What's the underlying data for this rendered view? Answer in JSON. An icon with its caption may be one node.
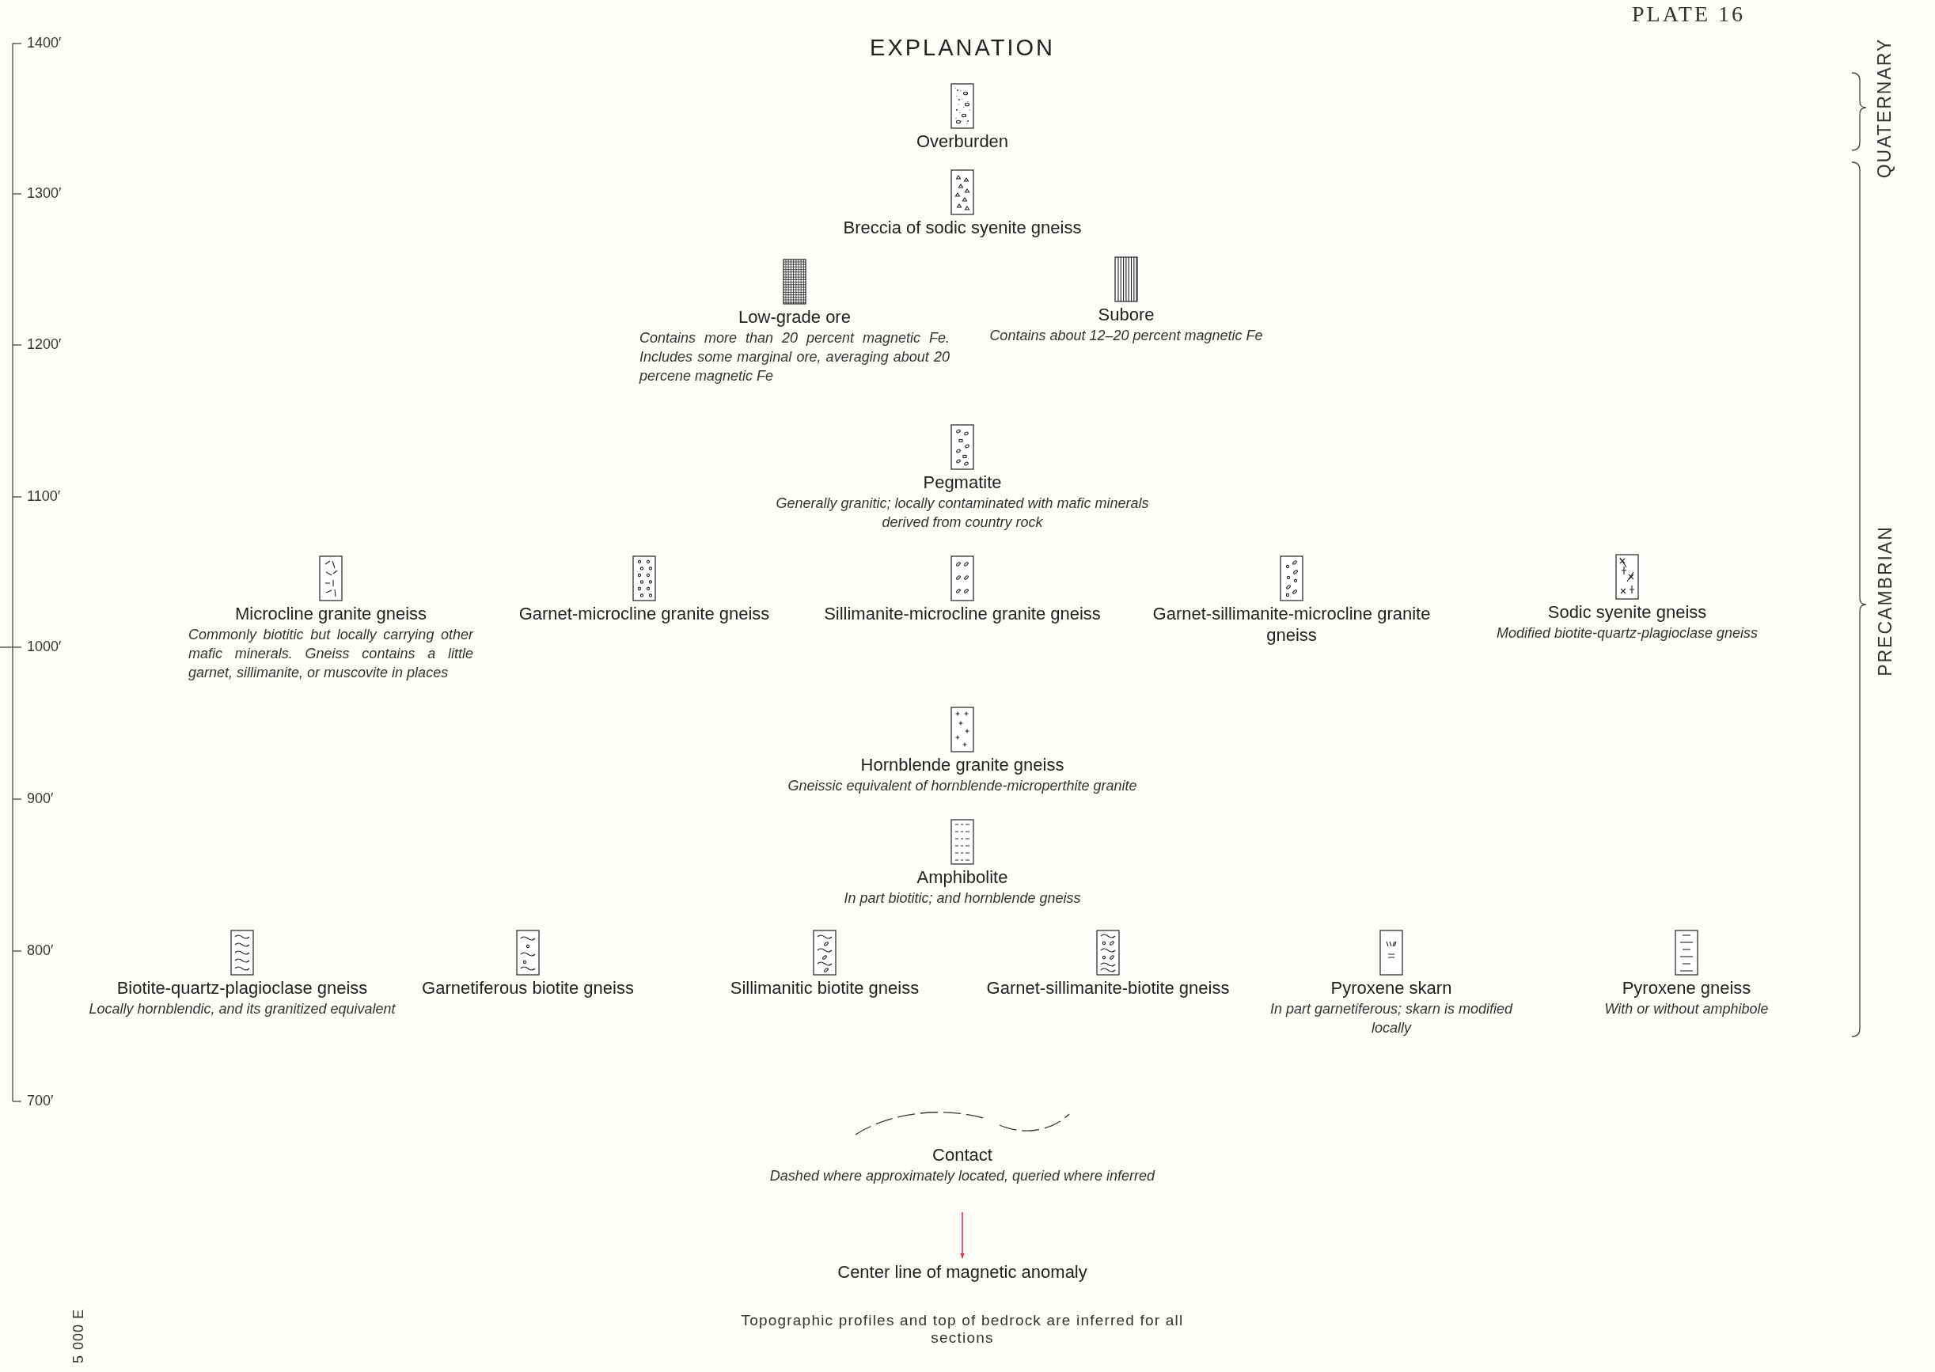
{
  "diagram": {
    "title": "EXPLANATION",
    "nodes": [
      {
        "text": [
          "Overburden"
        ]
      },
      {
        "text": [
          "Breccia of sodic syenite gneiss"
        ]
      },
      {
        "text": [
          "Low-grade ore",
          "Contains more than 20 percent magnetic Fe. Includes some marginal ore, averaging about 20 percene magnetic Fe"
        ]
      },
      {
        "text": [
          "Subore",
          "Contains about 12–20 percent magnetic Fe"
        ]
      },
      {
        "text": [
          "Pegmatite",
          "Generally granitic; locally contaminated with mafic minerals derived from country rock"
        ]
      },
      {
        "text": [
          "Microcline granite gneiss",
          "Commonly biotitic but locally carrying other mafic minerals. Gneiss contains a little garnet, sillimanite, or muscovite in places"
        ]
      },
      {
        "text": [
          "Garnet-microcline granite gneiss"
        ]
      },
      {
        "text": [
          "Sillimanite-microcline granite gneiss"
        ]
      },
      {
        "text": [
          "Garnet-sillimanite-microcline granite gneiss"
        ]
      },
      {
        "text": [
          "Sodic syenite gneiss",
          "Modified biotite-quartz-plagioclase gneiss"
        ]
      },
      {
        "text": [
          "Hornblende granite gneiss",
          "Gneissic equivalent of hornblende-microperthite granite"
        ]
      },
      {
        "text": [
          "Amphibolite",
          "In part biotitic; and hornblende gneiss"
        ]
      },
      {
        "text": [
          "Biotite-quartz-plagioclase gneiss",
          "Locally hornblendic, and its granitized equivalent"
        ]
      },
      {
        "text": [
          "Garnetiferous biotite gneiss"
        ]
      },
      {
        "text": [
          "Sillimanitic biotite gneiss"
        ]
      },
      {
        "text": [
          "Garnet-sillimanite-biotite gneiss"
        ]
      },
      {
        "text": [
          "Pyroxene skarn",
          "In part garnetiferous; skarn is modified locally"
        ]
      },
      {
        "text": [
          "Pyroxene gneiss",
          "With or without amphibole"
        ]
      },
      {
        "text": [
          "Contact",
          "Dashed where approximately located, queried where inferred"
        ]
      },
      {
        "text": [
          "Center line of magnetic anomaly"
        ]
      }
    ],
    "labels": [
      "PLATE 16",
      "1400′",
      "1300′",
      "1200′",
      "1100′",
      "1000′",
      "900′",
      "800′",
      "700′",
      "QUATERNARY",
      "PRECAMBRIAN",
      "Topographic profiles and top of bedrock are inferred for all sections",
      "5 000 E"
    ]
  }
}
